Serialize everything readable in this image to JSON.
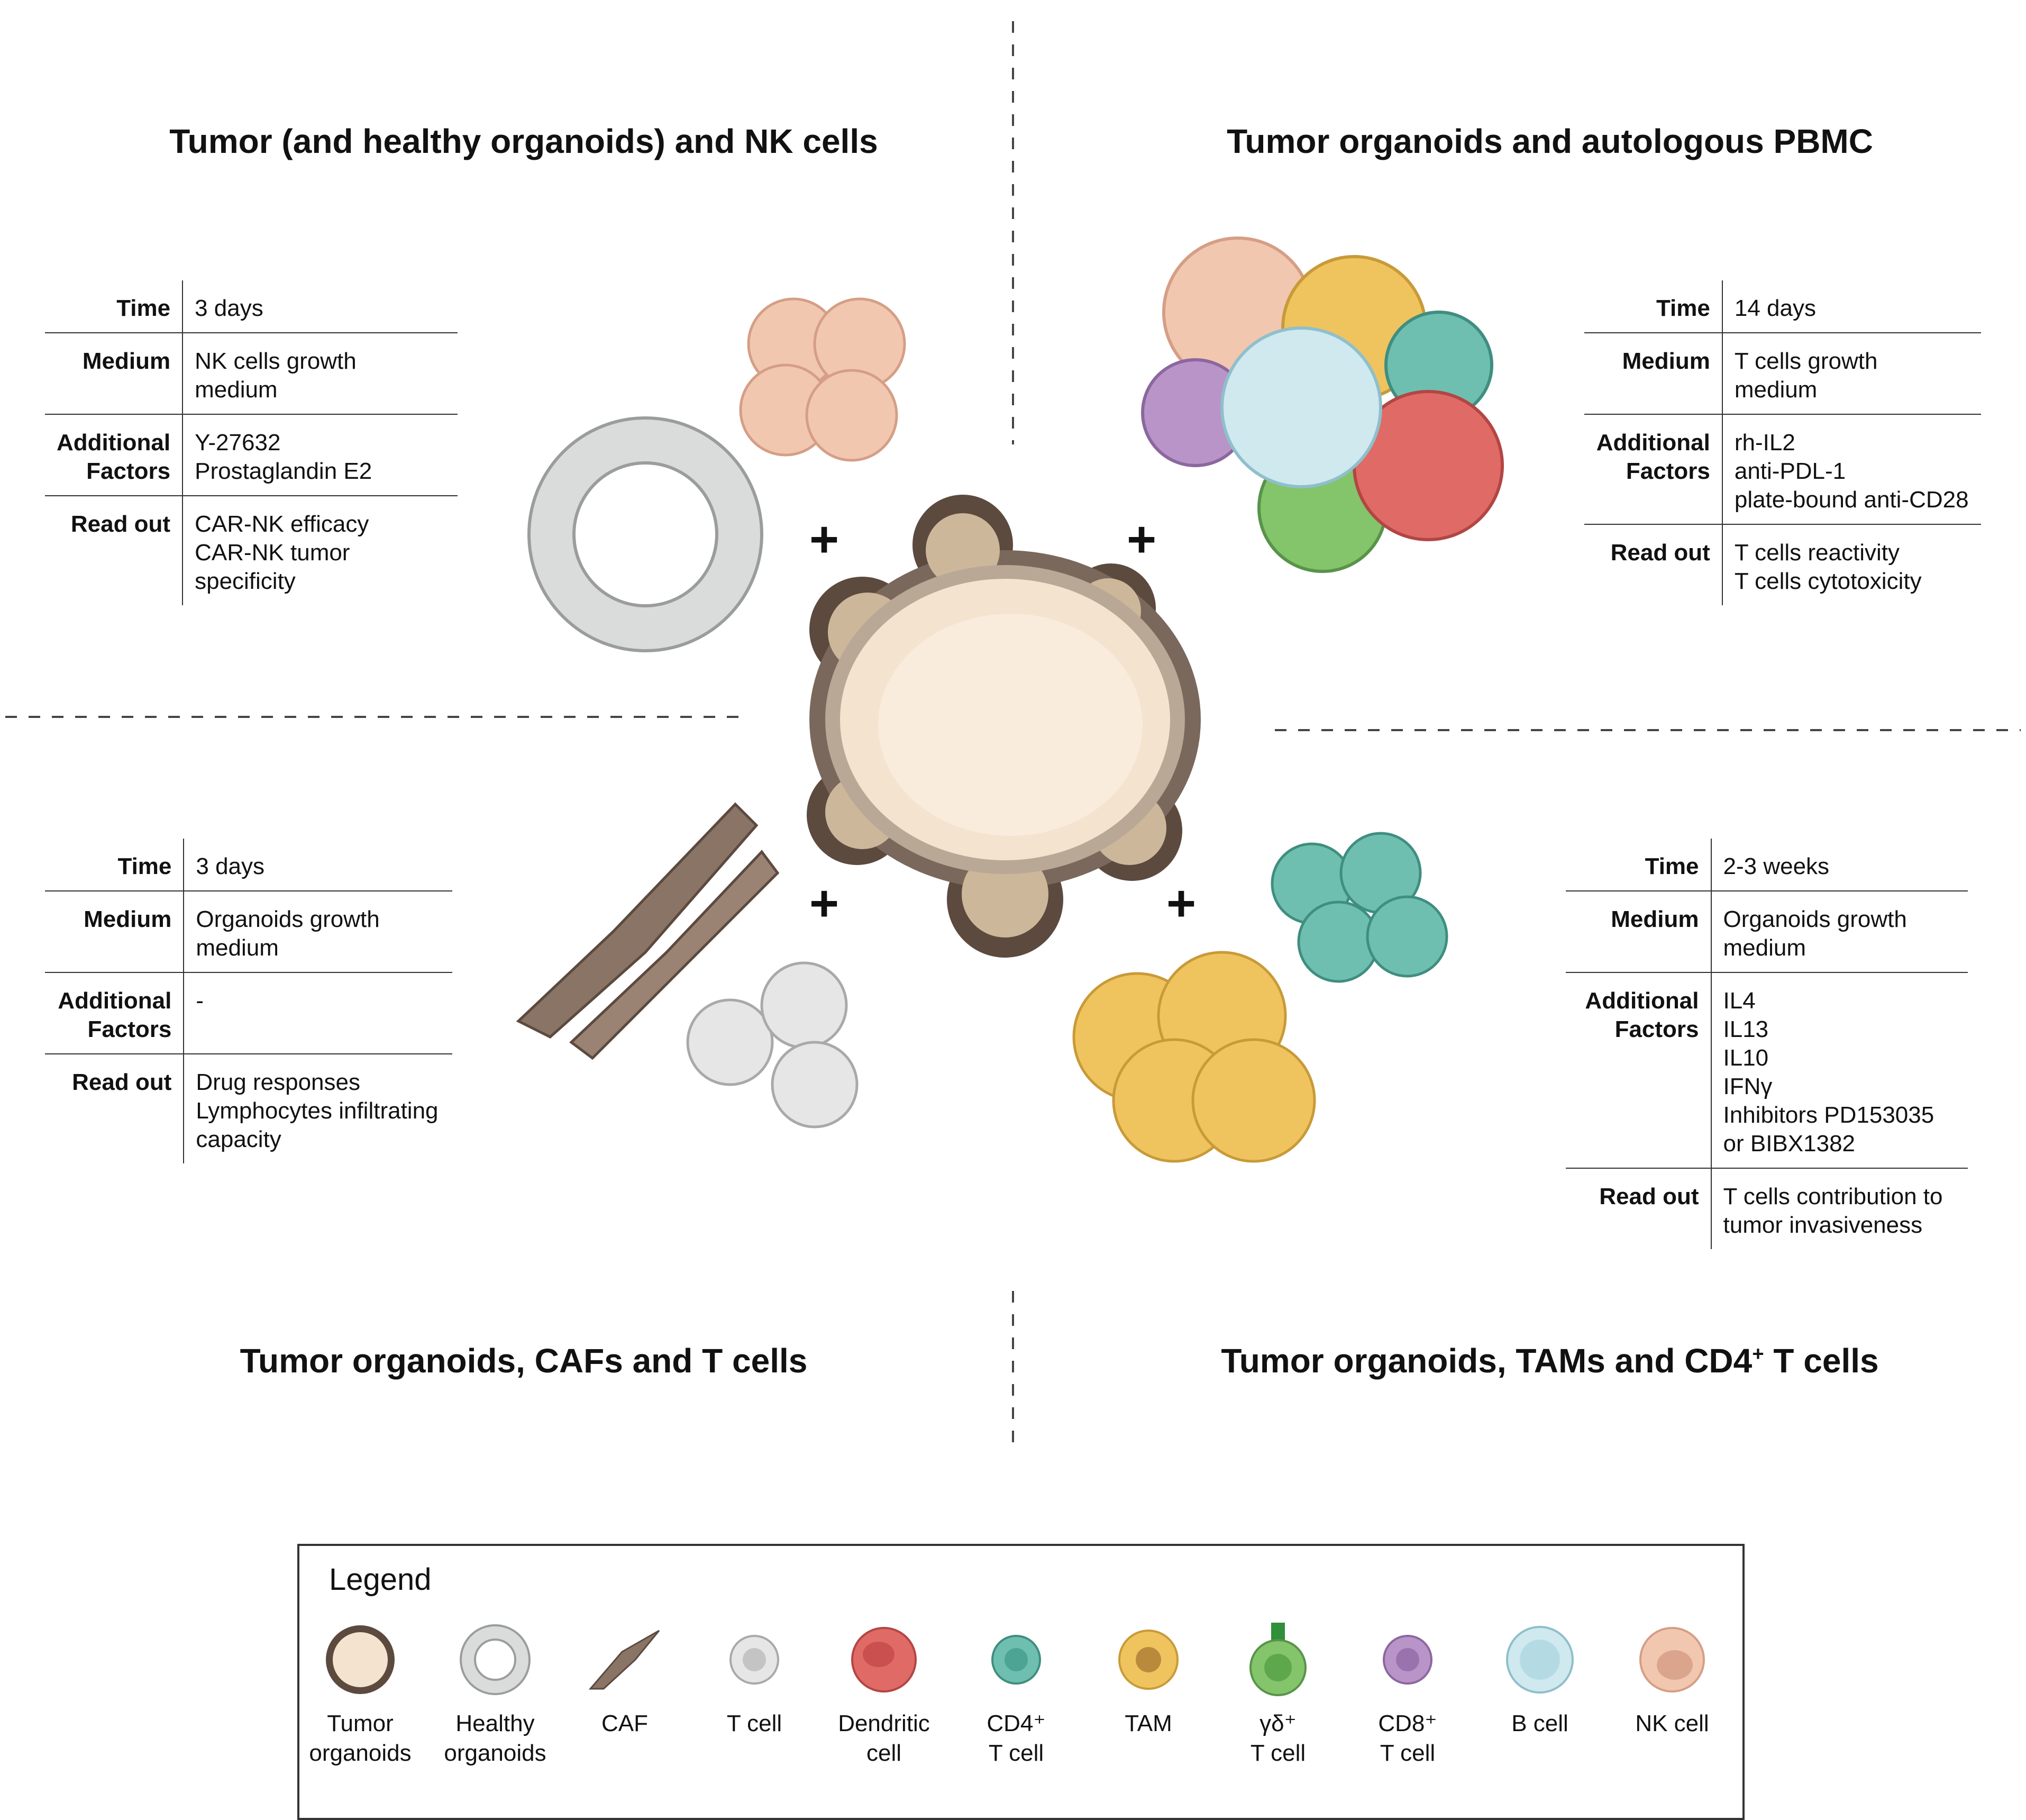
{
  "quadrants": {
    "top_left": {
      "title": "Tumor (and healthy organoids) and NK cells",
      "rows": [
        {
          "key": [
            "Time"
          ],
          "value": [
            "3 days"
          ]
        },
        {
          "key": [
            "Medium"
          ],
          "value": [
            "NK cells growth",
            "medium"
          ]
        },
        {
          "key": [
            "Additional",
            "Factors"
          ],
          "value": [
            "Y-27632",
            "Prostaglandin E2"
          ]
        },
        {
          "key": [
            "Read out"
          ],
          "value": [
            "CAR-NK efficacy",
            "CAR-NK tumor specificity"
          ]
        }
      ]
    },
    "top_right": {
      "title": "Tumor organoids and autologous PBMC",
      "rows": [
        {
          "key": [
            "Time"
          ],
          "value": [
            "14 days"
          ]
        },
        {
          "key": [
            "Medium"
          ],
          "value": [
            "T cells growth",
            "medium"
          ]
        },
        {
          "key": [
            "Additional",
            "Factors"
          ],
          "value": [
            "rh-IL2",
            "anti-PDL-1",
            "plate-bound anti-CD28"
          ]
        },
        {
          "key": [
            "Read out"
          ],
          "value": [
            "T cells reactivity",
            "T cells cytotoxicity"
          ]
        }
      ]
    },
    "bottom_left": {
      "title": "Tumor organoids, CAFs and T cells",
      "rows": [
        {
          "key": [
            "Time"
          ],
          "value": [
            "3 days"
          ]
        },
        {
          "key": [
            "Medium"
          ],
          "value": [
            "Organoids growth",
            "medium"
          ]
        },
        {
          "key": [
            "Additional",
            "Factors"
          ],
          "value": [
            "-"
          ]
        },
        {
          "key": [
            "Read out"
          ],
          "value": [
            "Drug responses",
            "Lymphocytes infiltrating",
            "capacity"
          ]
        }
      ]
    },
    "bottom_right": {
      "title_main": "Tumor organoids, TAMs and CD4",
      "title_sup": "+",
      "title_tail": " T cells",
      "rows": [
        {
          "key": [
            "Time"
          ],
          "value": [
            "2-3 weeks"
          ]
        },
        {
          "key": [
            "Medium"
          ],
          "value": [
            "Organoids growth",
            "medium"
          ]
        },
        {
          "key": [
            "Additional",
            "Factors"
          ],
          "value": [
            "IL4",
            "IL13",
            "IL10",
            "IFNγ",
            "Inhibitors PD153035",
            "or BIBX1382"
          ]
        },
        {
          "key": [
            "Read out"
          ],
          "value": [
            "T cells contribution to",
            "tumor invasiveness"
          ]
        }
      ]
    }
  },
  "plus_symbol": "+",
  "legend": {
    "title": "Legend",
    "items": [
      {
        "id": "tumor-organoids",
        "lines": [
          "Tumor",
          "organoids"
        ]
      },
      {
        "id": "healthy-organoids",
        "lines": [
          "Healthy",
          "organoids"
        ]
      },
      {
        "id": "caf",
        "lines": [
          "CAF"
        ]
      },
      {
        "id": "t-cell",
        "lines": [
          "T cell"
        ]
      },
      {
        "id": "dendritic-cell",
        "lines": [
          "Dendritic",
          "cell"
        ]
      },
      {
        "id": "cd4-t-cell",
        "lines": [
          "CD4⁺",
          "T cell"
        ]
      },
      {
        "id": "tam",
        "lines": [
          "TAM"
        ]
      },
      {
        "id": "gd-t-cell",
        "lines": [
          "γδ⁺",
          "T cell"
        ]
      },
      {
        "id": "cd8-t-cell",
        "lines": [
          "CD8⁺",
          "T cell"
        ]
      },
      {
        "id": "b-cell",
        "lines": [
          "B cell"
        ]
      },
      {
        "id": "nk-cell",
        "lines": [
          "NK cell"
        ]
      }
    ]
  },
  "colors": {
    "tumor_fill": "#f3e3cf",
    "tumor_rim": "#5c4a3f",
    "healthy": "#d9dcda",
    "caf": "#8a7466",
    "t_cell": "#d9d9d9",
    "dendritic": "#e06a66",
    "cd4": "#6fbfb0",
    "tam": "#efc45f",
    "gd": "#84c46a",
    "cd8": "#b994c9",
    "b_cell": "#cfe9ef",
    "nk": "#f2c7b0"
  }
}
